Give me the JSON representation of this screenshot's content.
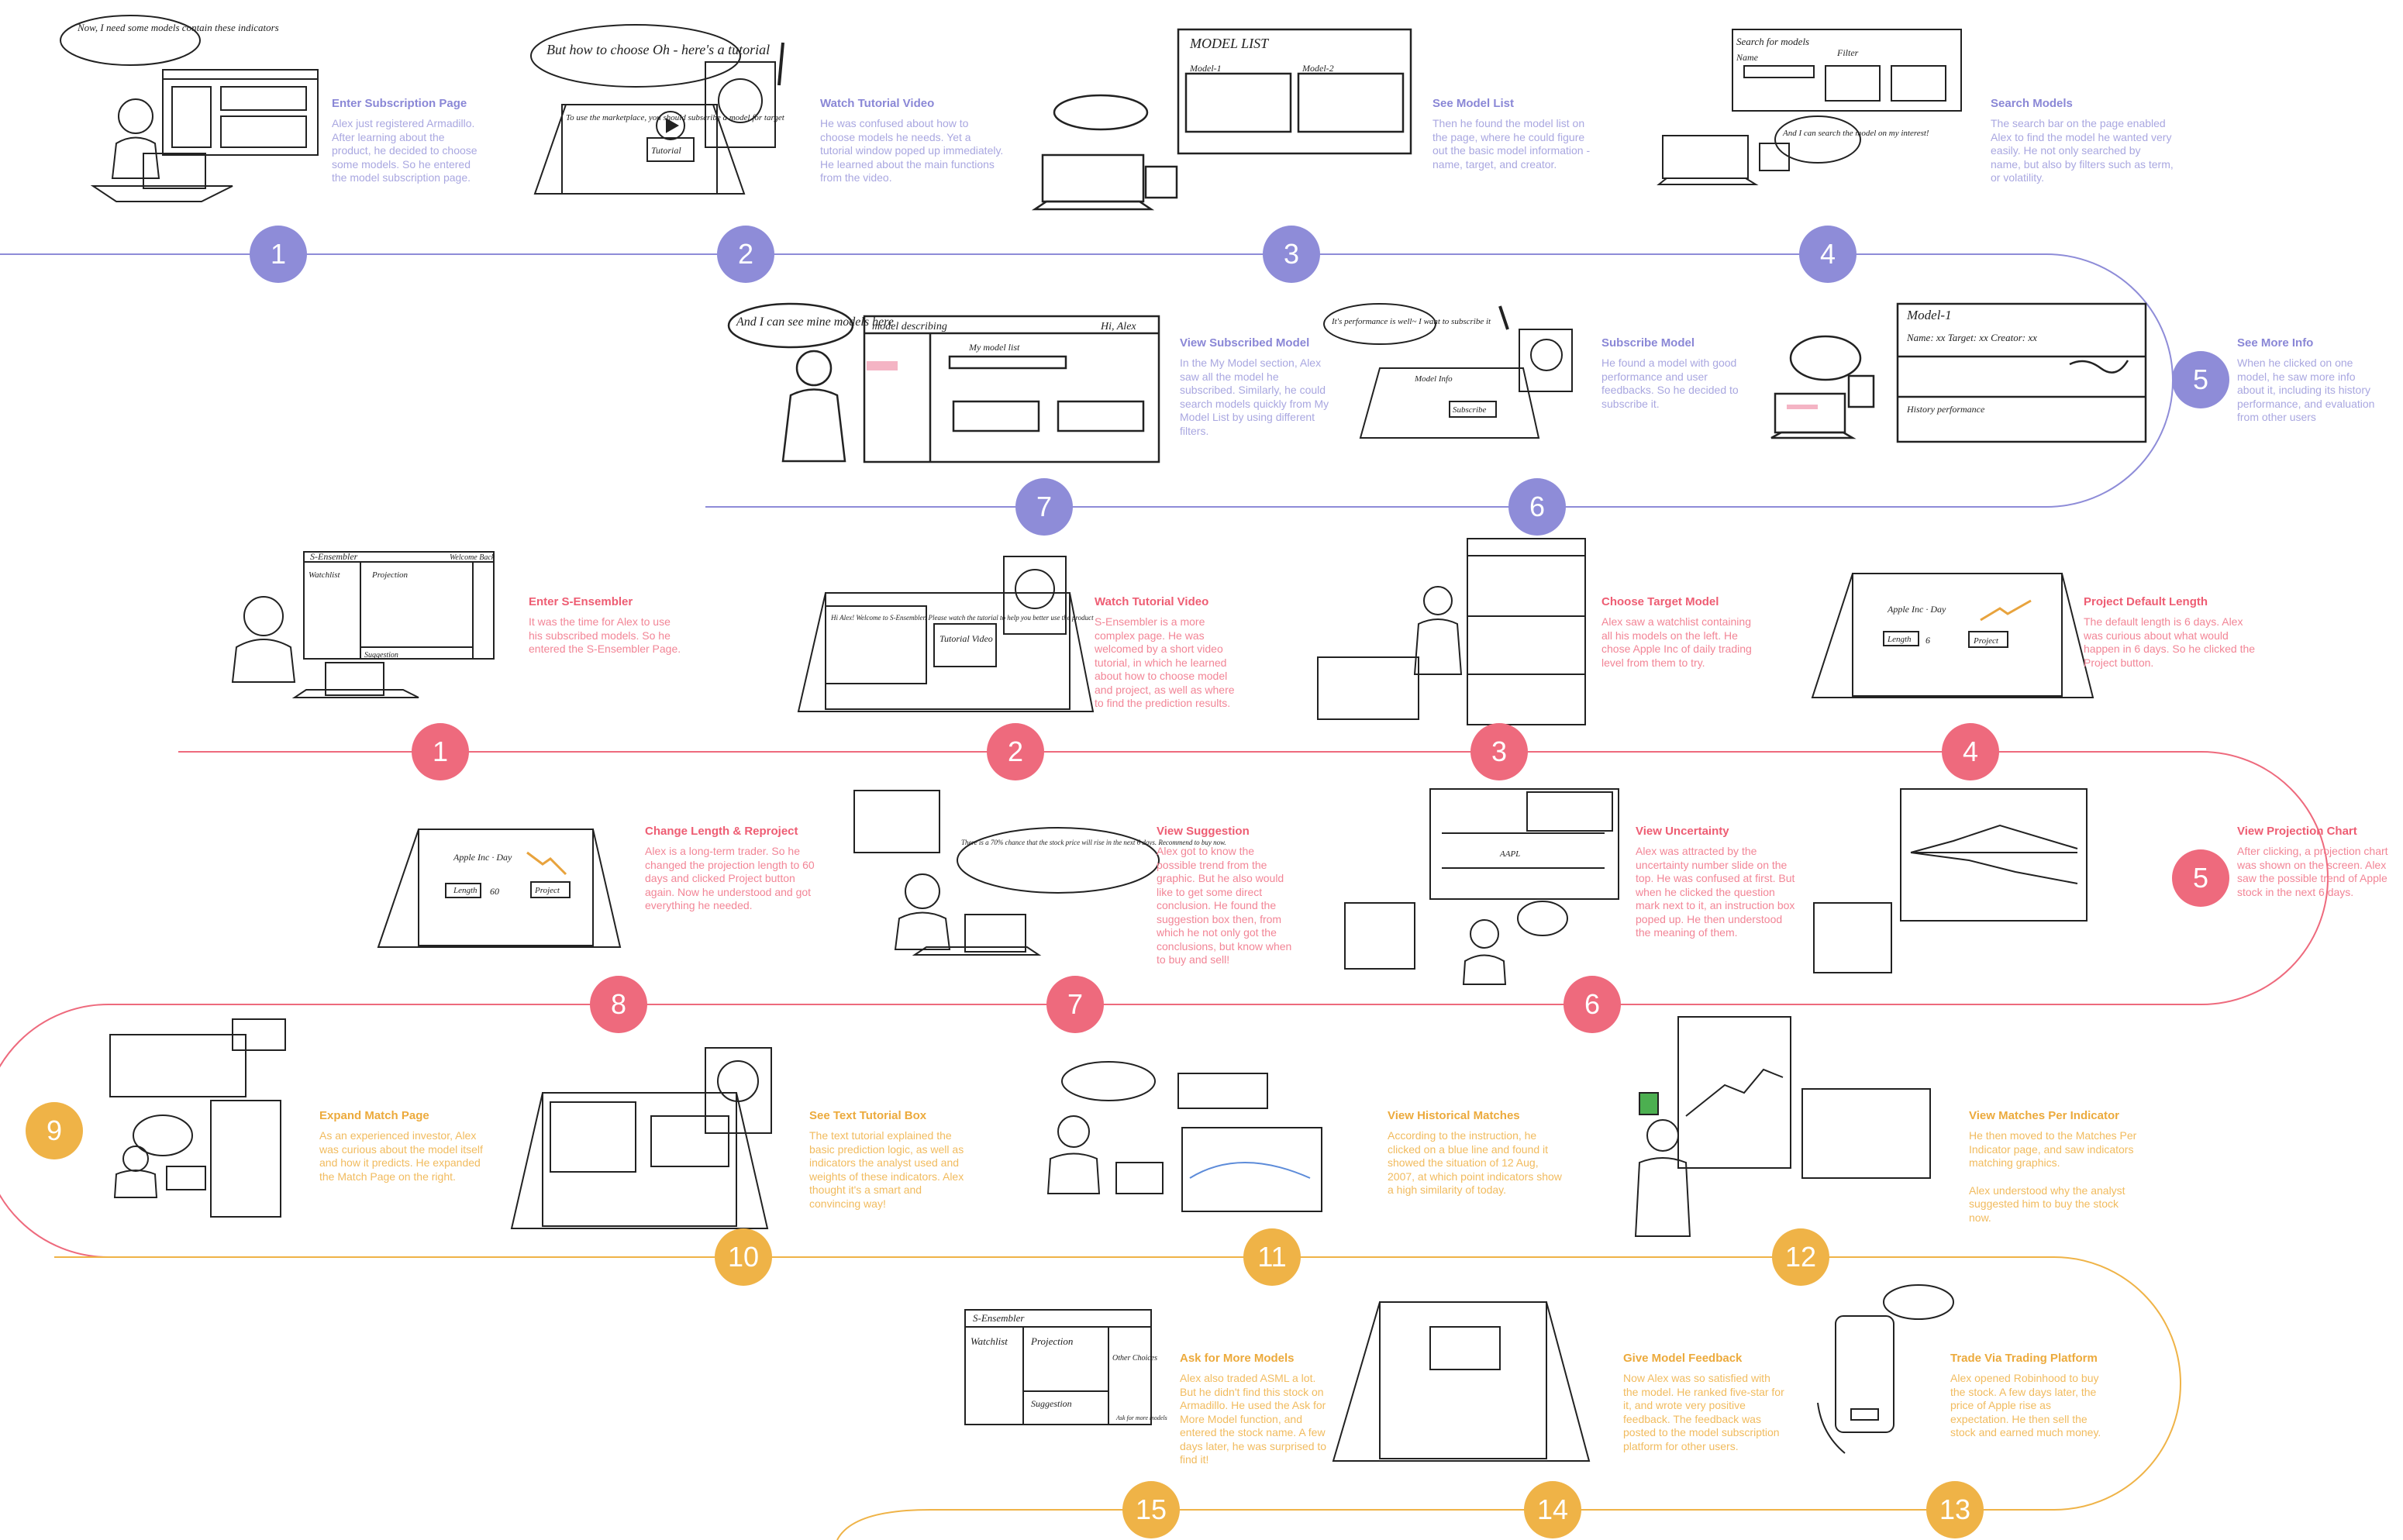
{
  "colors": {
    "purple": "#8e8cd8",
    "pink": "#ee6a7d",
    "orange": "#efb347"
  },
  "steps": {
    "p1": {
      "num": "1",
      "title": "Enter Subscription Page",
      "desc": "Alex just registered Armadillo. After learning about the product, he decided to choose some models. So he entered the model subscription page."
    },
    "p2": {
      "num": "2",
      "title": "Watch Tutorial Video",
      "desc": "He was confused about how to choose models he needs. Yet a tutorial window poped up immediately. He learned about the main functions from the video."
    },
    "p3": {
      "num": "3",
      "title": "See Model List",
      "desc": "Then he found the model list on the page, where he could figure out the basic model information - name, target, and creator."
    },
    "p4": {
      "num": "4",
      "title": "Search Models",
      "desc": "The search bar on the page enabled Alex to find the model he wanted very easily. He not only searched by name, but also by filters such as term, or volatility."
    },
    "p5": {
      "num": "5",
      "title": "See More Info",
      "desc": "When he clicked on one model, he saw more info about it, including its history performance, and evaluation from other users"
    },
    "p6": {
      "num": "6",
      "title": "Subscribe Model",
      "desc": "He found a model with good performance and user feedbacks. So he decided to subscribe it."
    },
    "p7": {
      "num": "7",
      "title": "View Subscribed Model",
      "desc": "In the My Model section, Alex saw all the model he subscribed. Similarly, he could search models quickly from My Model List by using different filters."
    },
    "r1": {
      "num": "1",
      "title": "Enter S-Ensembler",
      "desc": "It was the time for Alex to use his subscribed models. So he entered the S-Ensembler Page."
    },
    "r2": {
      "num": "2",
      "title": "Watch Tutorial Video",
      "desc": "S-Ensembler is a more complex page. He was welcomed by a short video tutorial, in which he learned about how to choose model and project, as well as where to find the prediction results."
    },
    "r3": {
      "num": "3",
      "title": "Choose Target Model",
      "desc": "Alex saw a watchlist containing all his models on the left. He chose Apple Inc of daily trading level from them to try."
    },
    "r4": {
      "num": "4",
      "title": "Project Default Length",
      "desc": "The default length is 6 days. Alex was curious about what would happen in 6 days. So he clicked the Project button."
    },
    "r5": {
      "num": "5",
      "title": "View Projection Chart",
      "desc": "After clicking, a projection chart was shown on the screen. Alex saw the possible trend of Apple stock in the next 6 days."
    },
    "r6": {
      "num": "6",
      "title": "View Uncertainty",
      "desc": "Alex was attracted by the uncertainty number slide on the top. He was confused at first. But when he clicked the question mark next to it, an instruction box poped up. He then understood the meaning of them."
    },
    "r7": {
      "num": "7",
      "title": "View Suggestion",
      "desc": "Alex got to know the possible trend from the graphic. But he also would like to get some direct conclusion. He found the suggestion box then, from which he not only got the conclusions, but know when to buy and sell!"
    },
    "r8": {
      "num": "8",
      "title": "Change Length & Reproject",
      "desc": "Alex is a long-term trader. So he changed the projection length to 60 days and clicked Project button again. Now he understood and got everything he needed."
    },
    "o9": {
      "num": "9",
      "title": "Expand Match Page",
      "desc": "As an experienced investor, Alex was curious about the model itself and how it predicts. He expanded the Match Page on the right."
    },
    "o10": {
      "num": "10",
      "title": "See Text Tutorial Box",
      "desc": "The text tutorial explained the basic prediction logic, as well as indicators the analyst used and weights of these indicators. Alex thought it's a smart and convincing way!"
    },
    "o11": {
      "num": "11",
      "title": "View Historical Matches",
      "desc": "According to the instruction, he clicked on a blue line and found it showed the situation of 12 Aug, 2007, at which point indicators show a high similarity of today."
    },
    "o12": {
      "num": "12",
      "title": "View Matches Per Indicator",
      "desc": "He then moved to the Matches Per Indicator page, and saw indicators matching graphics.",
      "desc2": "Alex understood why the analyst suggested him to buy the stock now."
    },
    "o13": {
      "num": "13",
      "title": "Trade Via Trading Platform",
      "desc": "Alex opened Robinhood to buy the stock. A few days later, the price of Apple rise as expectation. He then sell the stock and earned much money."
    },
    "o14": {
      "num": "14",
      "title": "Give Model Feedback",
      "desc": "Now Alex was so satisfied with the model. He ranked five-star for it, and wrote very positive feedback. The feedback was posted to the model subscription platform for other users."
    },
    "o15": {
      "num": "15",
      "title": "Ask for More Models",
      "desc": "Alex also traded ASML a lot. But he didn't find this stock on Armadillo. He used the Ask for More Model function, and entered the stock name. A few days later, he was surprised to find it!"
    }
  },
  "sketch_text": {
    "bubble_p1": "Now, I need some models contain these indicators",
    "bubble_p2": "But how to choose Oh - here's a tutorial",
    "screen_p2": "To use the marketplace, you should subscribe a model for target",
    "button_tutorial": "Tutorial",
    "model_list": "MODEL LIST",
    "model1": "Model-1",
    "model2": "Model-2",
    "search_models": "Search for models",
    "name_label": "Name",
    "filter_label": "Filter",
    "bubble_p4": "And I can search the model on my interest!",
    "bubble_p7": "And I can see mine models here",
    "model_describing": "model describing",
    "hi_alex": "Hi, Alex",
    "my_model_list": "My model list",
    "bubble_p6": "It's performance is well~ I want to subscribe it",
    "model_info": "Model Info",
    "subscribe": "Subscribe",
    "model_1": "Model-1",
    "name_target_creator": "Name: xx  Target: xx  Creator: xx",
    "history_performance": "History performance",
    "s_ensembler": "S-Ensembler",
    "welcome_back": "Welcome Back",
    "watchlist": "Watchlist",
    "projection": "Projection",
    "suggestion": "Suggestion",
    "other_choices": "Other Choices",
    "welcome_text": "Hi Alex! Welcome to S-Ensembler. Please watch the tutorial to help you better use the product",
    "tutorial_video": "Tutorial Video",
    "apple_day": "Apple Inc · Day",
    "length": "Length",
    "len6": "6",
    "len60": "60",
    "project": "Project",
    "ask_more": "Ask for more models",
    "aapl": "AAPL",
    "suggestion_text": "There is a 70% chance that the stock price will rise in the next 6 days. Recommend to buy now."
  }
}
